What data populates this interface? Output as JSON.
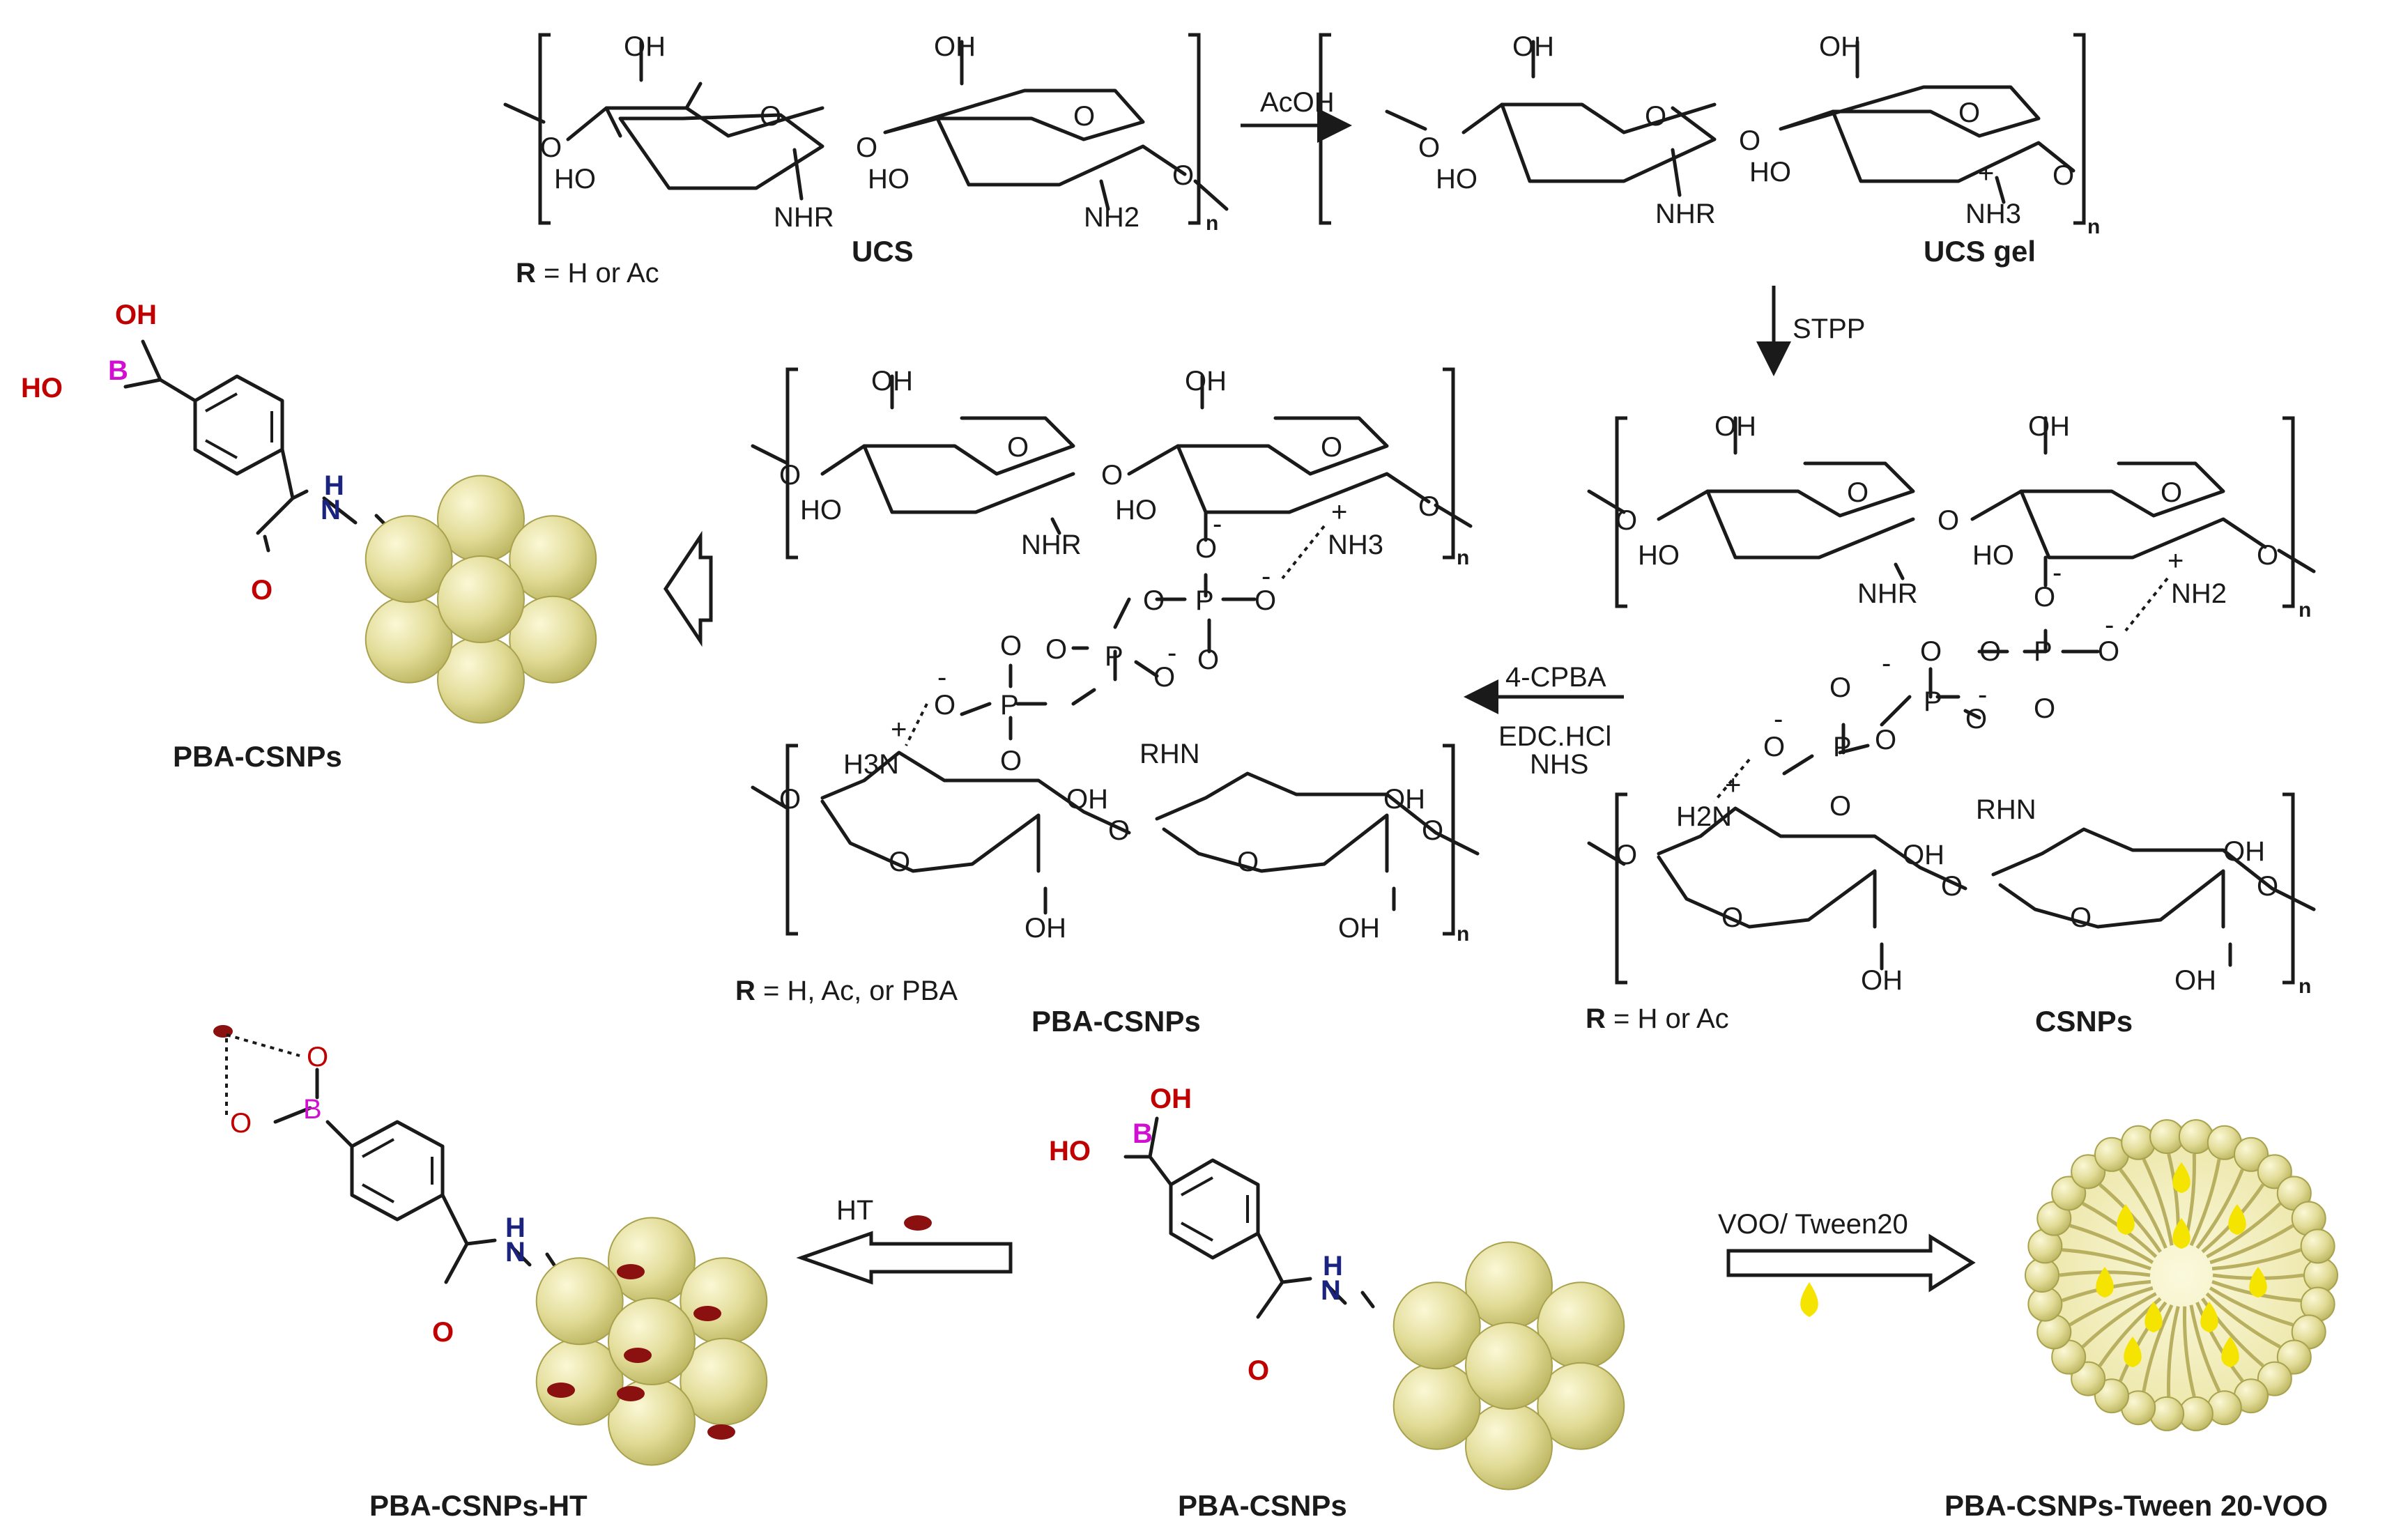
{
  "unit_labels": {
    "UCS": "UCS",
    "UCS_gel": "UCS gel",
    "CSNPs": "CSNPs",
    "PBA_CSNPs_mid": "PBA-CSNPs",
    "PBA_CSNPs_left": "PBA-CSNPs",
    "PBA_CSNPs_bottom": "PBA-CSNPs",
    "PBA_CSNPs_HT": "PBA-CSNPs-HT",
    "PBA_CSNPs_Tween": "PBA-CSNPs-Tween 20-VOO"
  },
  "r_groups": {
    "ucs": {
      "bold": "R",
      "rest": " = H or Ac"
    },
    "csnps": {
      "bold": "R",
      "rest": " = H or Ac"
    },
    "pba": {
      "bold": "R",
      "rest": " = H, Ac, or PBA"
    }
  },
  "reagents": {
    "acoh": "AcOH",
    "stpp": "STPP",
    "cpba": "4-CPBA",
    "edc": "EDC.HCl",
    "nhs": "NHS",
    "ht": "HT",
    "voo": "VOO/ Tween20"
  },
  "atoms": {
    "OH": "OH",
    "HO": "HO",
    "O": "O",
    "NHR": "NHR",
    "RHN": "RHN",
    "NH2": "NH2",
    "NH3": "NH3",
    "H3N": "H3N",
    "H2N": "H2N",
    "P": "P",
    "B": "B",
    "N": "N",
    "H": "H",
    "n": "n",
    "plus": "+",
    "minus": "-"
  },
  "colors": {
    "oxygen_red": "#c00000",
    "nitrogen_blue": "#1a237e",
    "boron_magenta": "#d10fd1",
    "bead": "#d9d38a",
    "bead_edge": "#a8a24e",
    "ht_dot": "#8b1010",
    "voo_yellow": "#f5e400"
  }
}
